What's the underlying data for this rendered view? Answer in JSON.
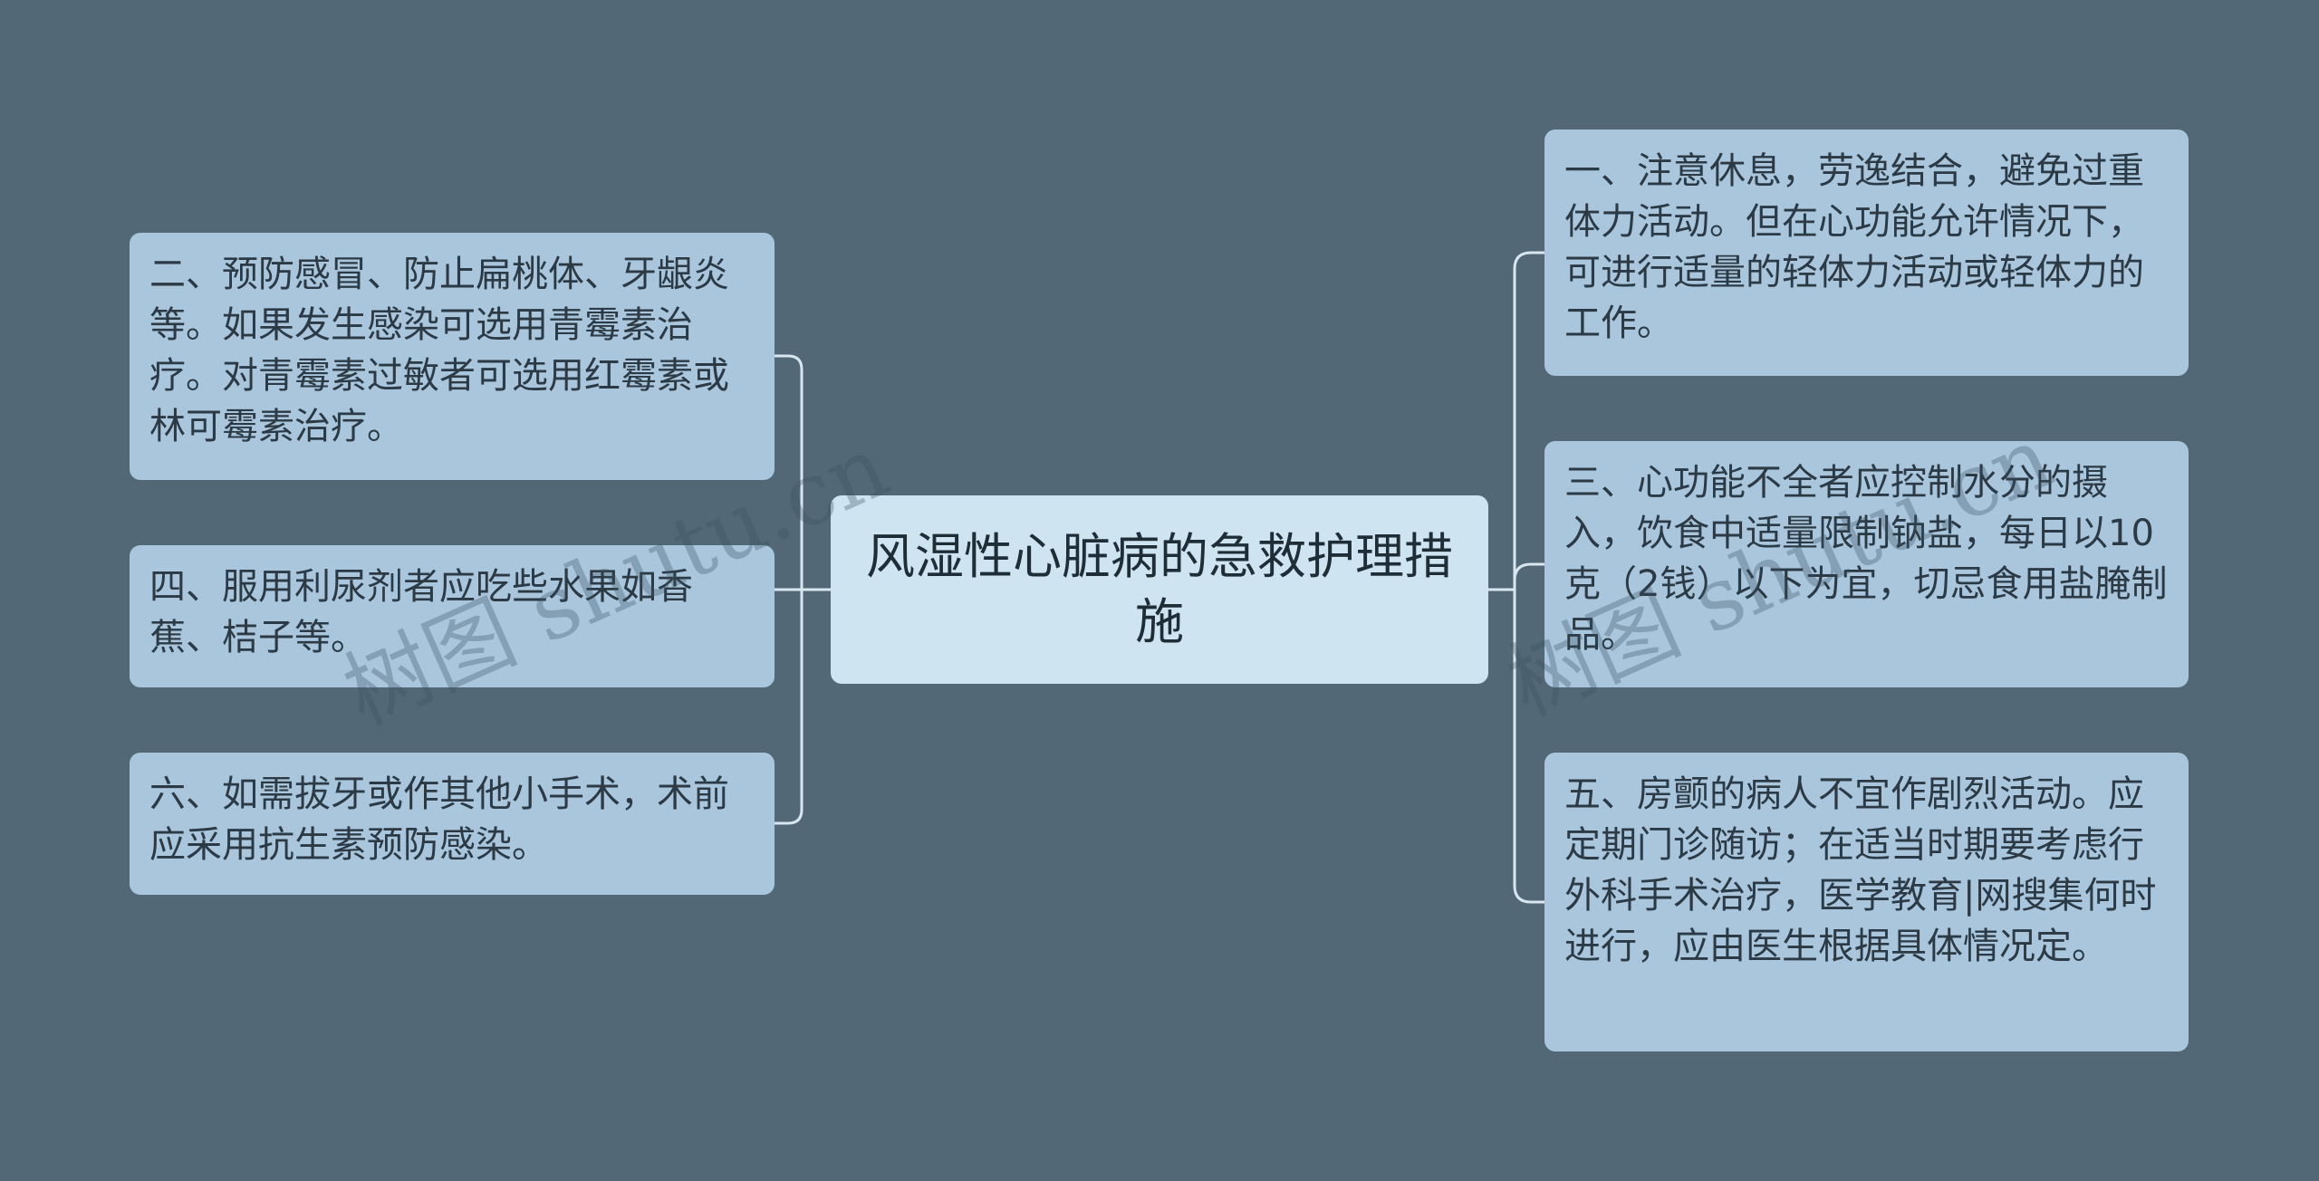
{
  "central": {
    "title": "风湿性心脏病的急救护理措施"
  },
  "left_nodes": [
    {
      "text": "二、预防感冒、防止扁桃体、牙龈炎等。如果发生感染可选用青霉素治疗。对青霉素过敏者可选用红霉素或林可霉素治疗。"
    },
    {
      "text": "四、服用利尿剂者应吃些水果如香蕉、桔子等。"
    },
    {
      "text": "六、如需拔牙或作其他小手术，术前应采用抗生素预防感染。"
    }
  ],
  "right_nodes": [
    {
      "text": "一、注意休息，劳逸结合，避免过重体力活动。但在心功能允许情况下，可进行适量的轻体力活动或轻体力的工作。"
    },
    {
      "text": "三、心功能不全者应控制水分的摄入，饮食中适量限制钠盐，每日以10克（2钱）以下为宜，切忌食用盐腌制品。"
    },
    {
      "text": "五、房颤的病人不宜作剧烈活动。应定期门诊随访；在适当时期要考虑行外科手术治疗，医学教育|网搜集何时进行，应由医生根据具体情况定。"
    }
  ],
  "watermark": {
    "text": "树图 shutu.cn"
  },
  "colors": {
    "background": "#536877",
    "central_fill": "#cfe4f1",
    "leaf_fill": "#a9c6dd",
    "connector": "#d8e6ef"
  }
}
